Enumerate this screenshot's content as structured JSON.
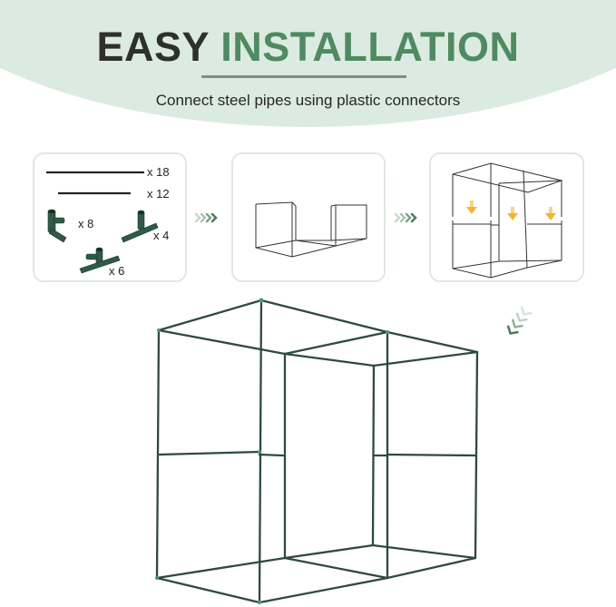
{
  "header": {
    "title_dark": "EASY",
    "title_green": "INSTALLATION",
    "subtitle": "Connect steel pipes using plastic connectors"
  },
  "colors": {
    "header_bg": "#dcebe1",
    "title_dark": "#2e302f",
    "title_green": "#4f8a61",
    "frame": "#2f4a3c",
    "connector": "#2f5a48",
    "arrow_down": "#f2b630",
    "panel_border": "#dfe9df"
  },
  "steps": [
    {
      "name": "parts",
      "items": [
        {
          "part": "long-pipe",
          "qty": "x 18"
        },
        {
          "part": "short-pipe",
          "qty": "x 12"
        },
        {
          "part": "elbow-connector",
          "qty": "x 8"
        },
        {
          "part": "tee-connector",
          "qty": "x 4"
        },
        {
          "part": "cross-connector",
          "qty": "x 6"
        }
      ]
    },
    {
      "name": "base-assembly"
    },
    {
      "name": "upper-assembly"
    }
  ],
  "step_arrows": [
    "»»»»",
    "»»»»"
  ],
  "icons": {
    "step_arrow": "chevrons-right-icon",
    "down_arrow": "arrow-down-icon",
    "diag_arrow": "chevrons-down-left-icon"
  }
}
